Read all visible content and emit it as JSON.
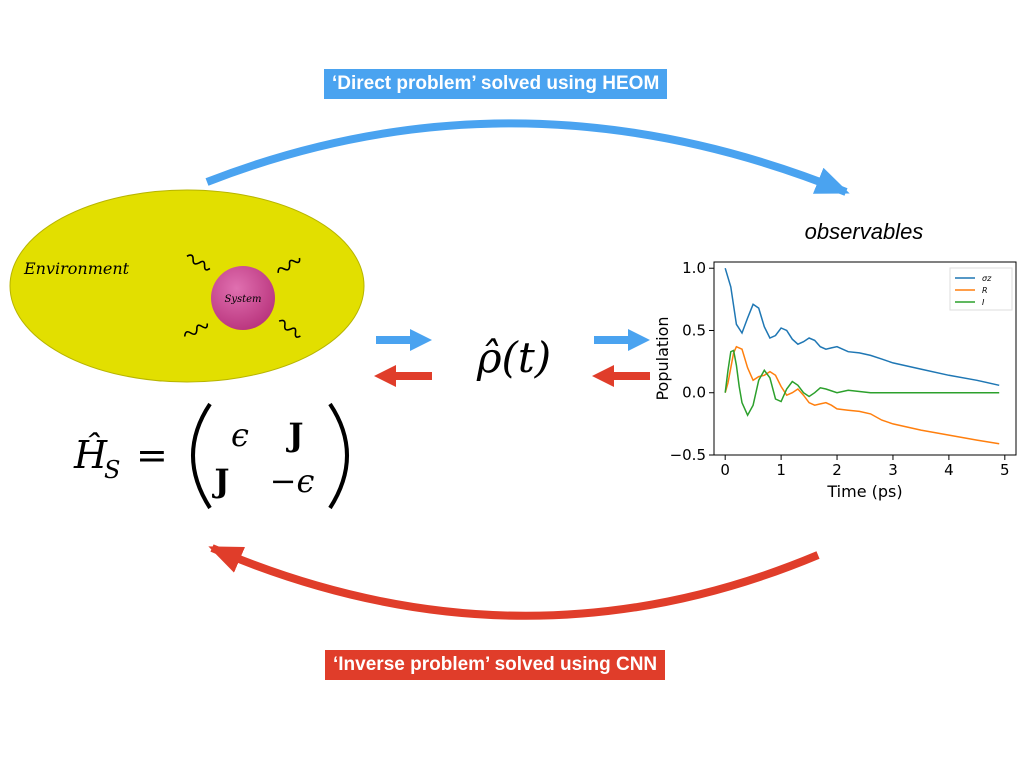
{
  "direct_label": "‘Direct problem’ solved using HEOM",
  "inverse_label": "‘Inverse problem’ solved using CNN",
  "environment_label": "Environment",
  "system_label": "System",
  "observables_label": "observables",
  "density_symbol": "ρ̂(t)",
  "hamiltonian": {
    "lhs_base": "Ĥ",
    "lhs_sub": "S",
    "equals": "=",
    "m11": "ϵ",
    "m12": "J",
    "m21": "J",
    "m22": "−ϵ"
  },
  "colors": {
    "direct": "#4aa3f0",
    "inverse": "#e03d2a",
    "environment": "#e2df00",
    "system": "#cc3f8c",
    "sigma_z": "#1f77b4",
    "R": "#ff7f0e",
    "I": "#2ca02c"
  },
  "chart_data": {
    "type": "line",
    "xlabel": "Time (ps)",
    "ylabel": "Population",
    "xlim": [
      -0.2,
      5.2
    ],
    "ylim": [
      -0.5,
      1.05
    ],
    "xticks": [
      0,
      1,
      2,
      3,
      4,
      5
    ],
    "yticks": [
      -0.5,
      0.0,
      0.5,
      1.0
    ],
    "ytick_labels": [
      "−0.5",
      "0.0",
      "0.5",
      "1.0"
    ],
    "legend_position": "top-right",
    "grid": false,
    "series": [
      {
        "name": "σz",
        "color": "#1f77b4",
        "x": [
          0,
          0.1,
          0.2,
          0.3,
          0.4,
          0.5,
          0.6,
          0.7,
          0.8,
          0.9,
          1.0,
          1.1,
          1.2,
          1.3,
          1.4,
          1.5,
          1.6,
          1.7,
          1.8,
          1.9,
          2.0,
          2.2,
          2.4,
          2.6,
          2.8,
          3.0,
          3.5,
          4.0,
          4.5,
          4.9
        ],
        "y": [
          1.0,
          0.85,
          0.55,
          0.48,
          0.6,
          0.71,
          0.68,
          0.53,
          0.44,
          0.46,
          0.52,
          0.5,
          0.43,
          0.39,
          0.41,
          0.44,
          0.42,
          0.37,
          0.35,
          0.36,
          0.37,
          0.33,
          0.32,
          0.3,
          0.27,
          0.24,
          0.19,
          0.14,
          0.1,
          0.06
        ]
      },
      {
        "name": "R",
        "color": "#ff7f0e",
        "x": [
          0,
          0.05,
          0.1,
          0.15,
          0.2,
          0.3,
          0.4,
          0.5,
          0.6,
          0.7,
          0.8,
          0.9,
          1.0,
          1.1,
          1.2,
          1.3,
          1.4,
          1.5,
          1.6,
          1.7,
          1.8,
          1.9,
          2.0,
          2.2,
          2.4,
          2.6,
          2.8,
          3.0,
          3.5,
          4.0,
          4.5,
          4.9
        ],
        "y": [
          0.0,
          0.08,
          0.2,
          0.32,
          0.37,
          0.35,
          0.2,
          0.1,
          0.13,
          0.14,
          0.17,
          0.14,
          0.05,
          -0.02,
          0.0,
          0.03,
          -0.02,
          -0.08,
          -0.1,
          -0.09,
          -0.08,
          -0.1,
          -0.13,
          -0.14,
          -0.15,
          -0.17,
          -0.22,
          -0.25,
          -0.3,
          -0.34,
          -0.38,
          -0.41
        ]
      },
      {
        "name": "I",
        "color": "#2ca02c",
        "x": [
          0,
          0.05,
          0.1,
          0.15,
          0.2,
          0.25,
          0.3,
          0.4,
          0.5,
          0.6,
          0.7,
          0.8,
          0.9,
          1.0,
          1.1,
          1.2,
          1.3,
          1.4,
          1.5,
          1.6,
          1.7,
          1.8,
          2.0,
          2.2,
          2.4,
          2.6,
          2.8,
          3.0,
          3.5,
          4.0,
          4.5,
          4.9
        ],
        "y": [
          0.0,
          0.18,
          0.33,
          0.34,
          0.22,
          0.05,
          -0.08,
          -0.18,
          -0.1,
          0.1,
          0.18,
          0.12,
          -0.05,
          -0.07,
          0.03,
          0.09,
          0.06,
          0.0,
          -0.03,
          0.0,
          0.04,
          0.03,
          0.0,
          0.02,
          0.01,
          0.0,
          0.0,
          0.0,
          0.0,
          0.0,
          0.0,
          0.0
        ]
      }
    ]
  }
}
